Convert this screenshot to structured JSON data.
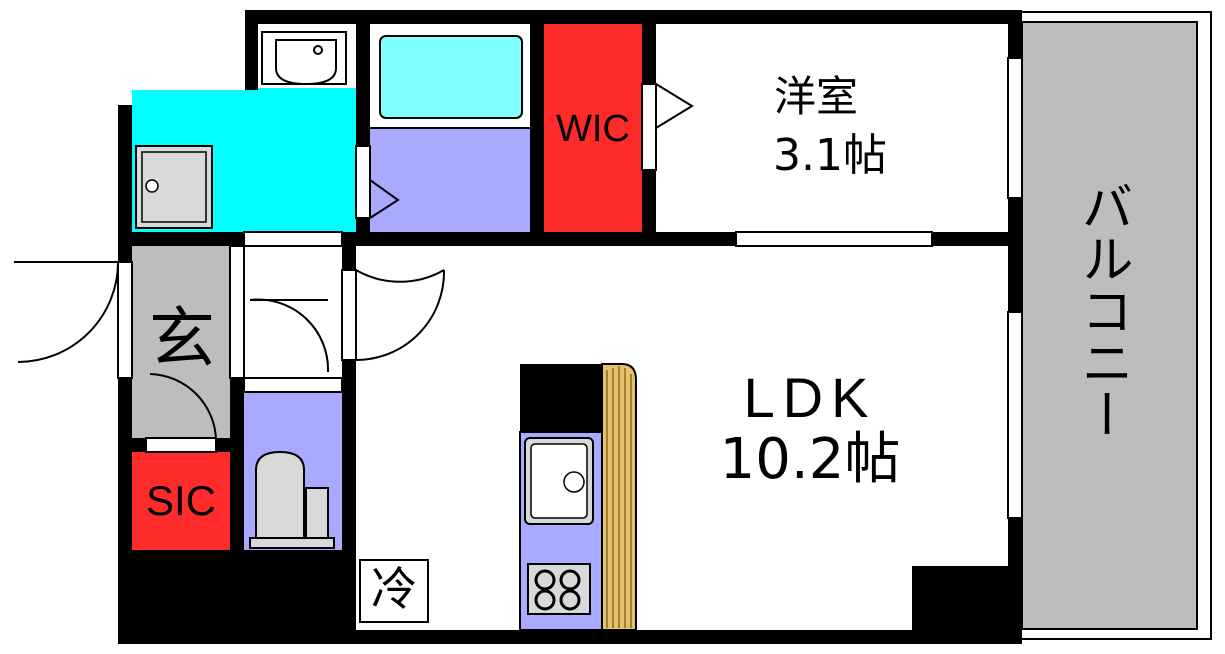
{
  "rooms": {
    "western_room": {
      "name": "洋室",
      "size": "3.1帖"
    },
    "ldk": {
      "name": "LDK",
      "size": "10.2帖"
    },
    "wic": "WIC",
    "sic": "SIC",
    "entrance": "玄",
    "balcony": "バルコニー",
    "fridge": "冷"
  },
  "colors": {
    "wall": "#000000",
    "water_area": "#00ffff",
    "bath_tub": "#7fffff",
    "bath_floor": "#a9a9ff",
    "storage": "#ff2a2a",
    "entrance_floor": "#bdbdbd",
    "balcony": "#bdbdbd",
    "kitchen_counter": "#a9a9ff",
    "kitchen_wood": "#e6c06a",
    "fixture": "#d9d9d9"
  }
}
